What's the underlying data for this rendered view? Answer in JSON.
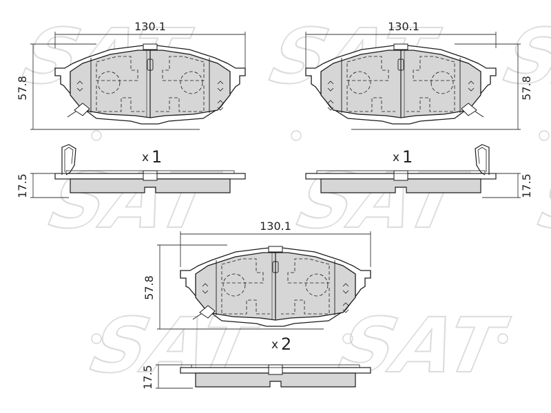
{
  "watermark": {
    "text": "SAT",
    "symbol": "®",
    "color": "#dcdcdc"
  },
  "colors": {
    "pad": "#d6d6d6",
    "line": "#1a1a1a",
    "dim": "#333333"
  },
  "views": {
    "left_pad": {
      "width": "130.1",
      "height": "57.8",
      "side_thickness": "17.5",
      "qty_prefix": "x",
      "qty": "1"
    },
    "right_pad": {
      "width": "130.1",
      "height": "57.8",
      "side_thickness": "17.5",
      "qty_prefix": "x",
      "qty": "1"
    },
    "center_pad": {
      "width": "130.1",
      "height": "57.8",
      "side_thickness": "17.5",
      "qty_prefix": "x",
      "qty": "2"
    }
  }
}
